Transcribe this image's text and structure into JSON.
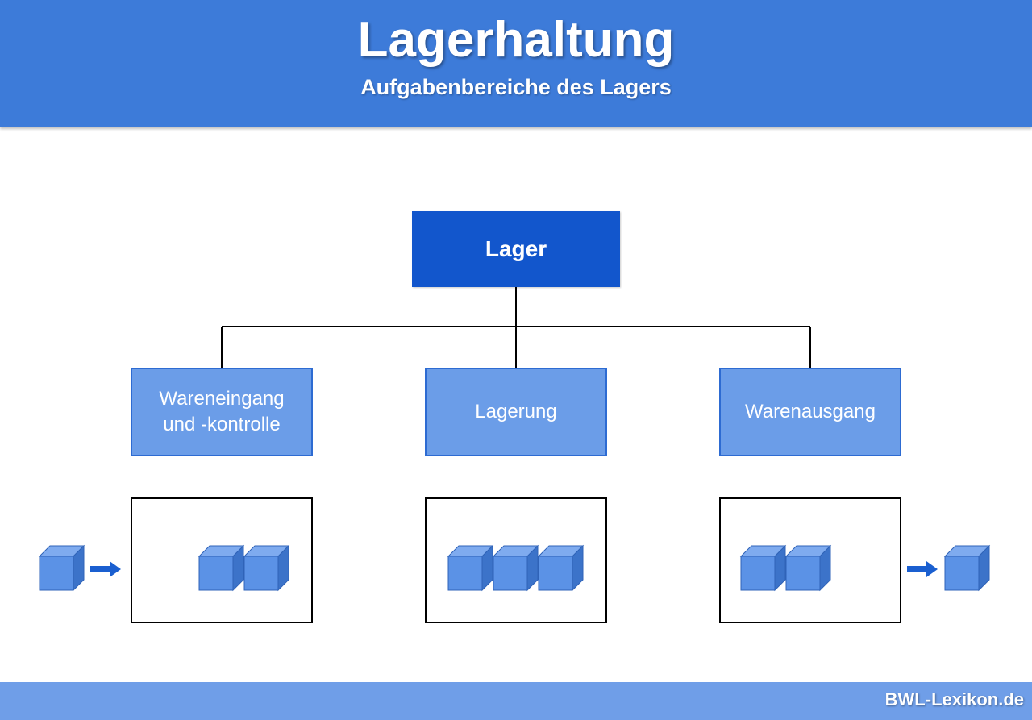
{
  "header": {
    "title": "Lagerhaltung",
    "subtitle": "Aufgabenbereiche des Lagers"
  },
  "diagram": {
    "root": {
      "label": "Lager"
    },
    "children": [
      {
        "label": "Wareneingang\nund -kontrolle",
        "stock_cubes": 2
      },
      {
        "label": "Lagerung",
        "stock_cubes": 3
      },
      {
        "label": "Warenausgang",
        "stock_cubes": 2
      }
    ]
  },
  "footer": {
    "brand": "BWL-Lexikon.de"
  },
  "colors": {
    "header_bg": "#3d7bd9",
    "root_node": "#1256cc",
    "child_node": "#6b9de8",
    "cube_front": "#5b92e6",
    "cube_top": "#7fabef",
    "cube_side": "#3c73c9",
    "arrow": "#1a5fd0",
    "footer_bg": "#6f9ee8"
  }
}
